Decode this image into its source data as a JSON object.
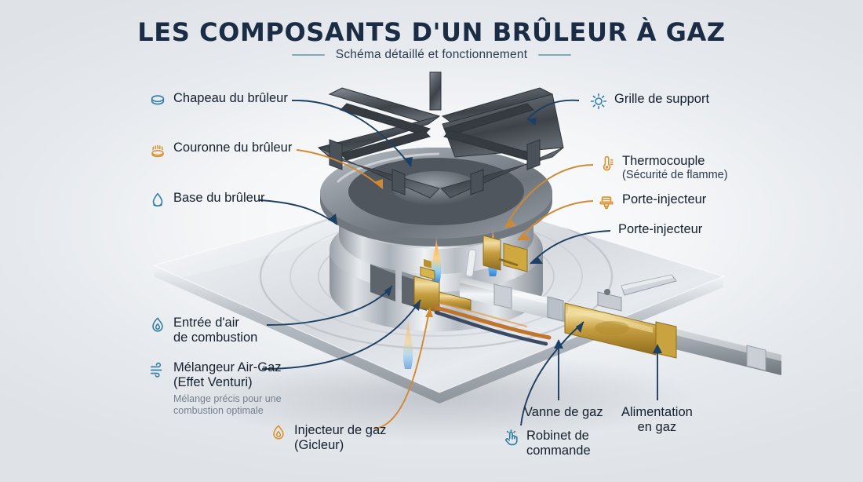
{
  "header": {
    "title": "LES COMPOSANTS D'UN BRÛLEUR À GAZ",
    "subtitle": "Schéma détaillé et fonctionnement"
  },
  "colors": {
    "title": "#1b2d45",
    "rule": "#7fa9bd",
    "leader_blue": "#1d3f63",
    "leader_orange": "#d18a33",
    "icon_blue": "#2f7da6",
    "icon_orange": "#d9922f",
    "background": "#e4e7eb"
  },
  "labels": [
    {
      "id": "chapeau-du-bruleur",
      "icon": "burner-cap-icon",
      "icon_color": "#2f7da6",
      "line1": "Chapeau du brûleur",
      "line2": "",
      "sub": "",
      "leader": "blue"
    },
    {
      "id": "couronne-du-bruleur",
      "icon": "burner-crown-icon",
      "icon_color": "#d9922f",
      "line1": "Couronne du brûleur",
      "line2": "",
      "sub": "",
      "leader": "orange"
    },
    {
      "id": "base-du-bruleur",
      "icon": "droplet-icon",
      "icon_color": "#2f7da6",
      "line1": "Base du brûleur",
      "line2": "",
      "sub": "",
      "leader": "blue"
    },
    {
      "id": "entree-d-air-de-combustion",
      "icon": "flame-outline-icon",
      "icon_color": "#2f7da6",
      "line1": "Entrée d'air",
      "line2": "de combustion",
      "sub": "",
      "leader": "blue"
    },
    {
      "id": "melangeur-air-gaz",
      "icon": "wind-icon",
      "icon_color": "#2f7da6",
      "line1": "Mélangeur Air-Gaz",
      "line2": "(Effet Venturi)",
      "sub": "Mélange précis pour une\ncombustion optimale",
      "leader": "blue"
    },
    {
      "id": "injecteur-de-gaz",
      "icon": "gas-flame-icon",
      "icon_color": "#d9922f",
      "line1": "Injecteur de gaz",
      "line2": "(Gicleur)",
      "sub": "",
      "leader": "orange"
    },
    {
      "id": "grille-de-support",
      "icon": "sun-burst-icon",
      "icon_color": "#2f7da6",
      "line1": "Grille de support",
      "line2": "",
      "sub": "",
      "leader": "blue"
    },
    {
      "id": "thermocouple",
      "icon": "thermometer-icon",
      "icon_color": "#d9922f",
      "line1": "Thermocouple",
      "line2": "(Sécurité de flamme)",
      "sub": "",
      "leader": "orange"
    },
    {
      "id": "porte-injecteur-1",
      "icon": "injector-holder-icon",
      "icon_color": "#d9922f",
      "line1": "Porte-injecteur",
      "line2": "",
      "sub": "",
      "leader": "orange"
    },
    {
      "id": "porte-injecteur-2",
      "icon": "none",
      "icon_color": "",
      "line1": "Porte-injecteur",
      "line2": "",
      "sub": "",
      "leader": "blue"
    },
    {
      "id": "vanne-de-gaz",
      "icon": "none",
      "icon_color": "",
      "line1": "Vanne de gaz",
      "line2": "",
      "sub": "",
      "leader": "blue"
    },
    {
      "id": "robinet-de-commande",
      "icon": "hand-tap-icon",
      "icon_color": "#2f7da6",
      "line1": "Robinet de",
      "line2": "commande",
      "sub": "",
      "leader": "blue"
    },
    {
      "id": "alimentation-en-gaz",
      "icon": "none",
      "icon_color": "",
      "line1": "Alimentation",
      "line2": "en gaz",
      "sub": "",
      "leader": "blue"
    }
  ]
}
